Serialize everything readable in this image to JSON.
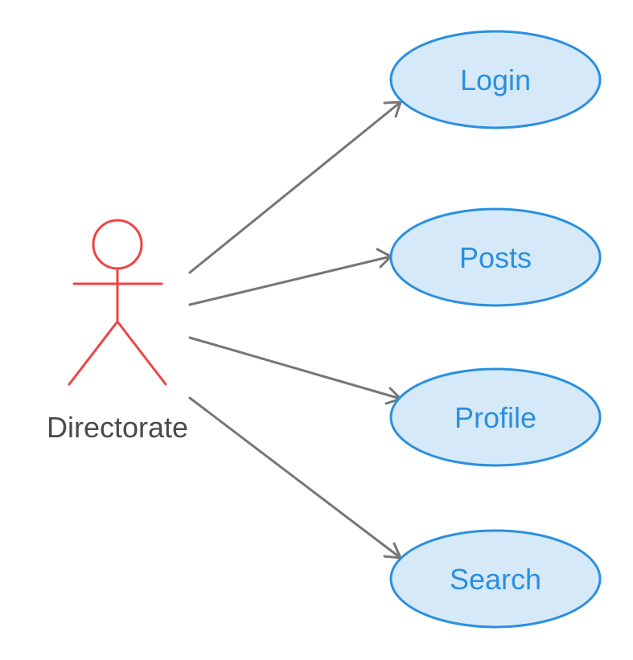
{
  "diagram": {
    "type": "use-case",
    "actor": {
      "name": "Directorate",
      "color": "#ee4444"
    },
    "use_cases": [
      {
        "id": "login",
        "label": "Login"
      },
      {
        "id": "posts",
        "label": "Posts"
      },
      {
        "id": "profile",
        "label": "Profile"
      },
      {
        "id": "search",
        "label": "Search"
      }
    ],
    "associations": [
      {
        "from": "actor",
        "to": "login"
      },
      {
        "from": "actor",
        "to": "posts"
      },
      {
        "from": "actor",
        "to": "profile"
      },
      {
        "from": "actor",
        "to": "search"
      }
    ],
    "colors": {
      "use_case_fill": "#d6e9f8",
      "use_case_stroke": "#2a8fe0",
      "use_case_text": "#2a8fe0",
      "association": "#767676",
      "actor_label": "#4a4a4a"
    }
  }
}
